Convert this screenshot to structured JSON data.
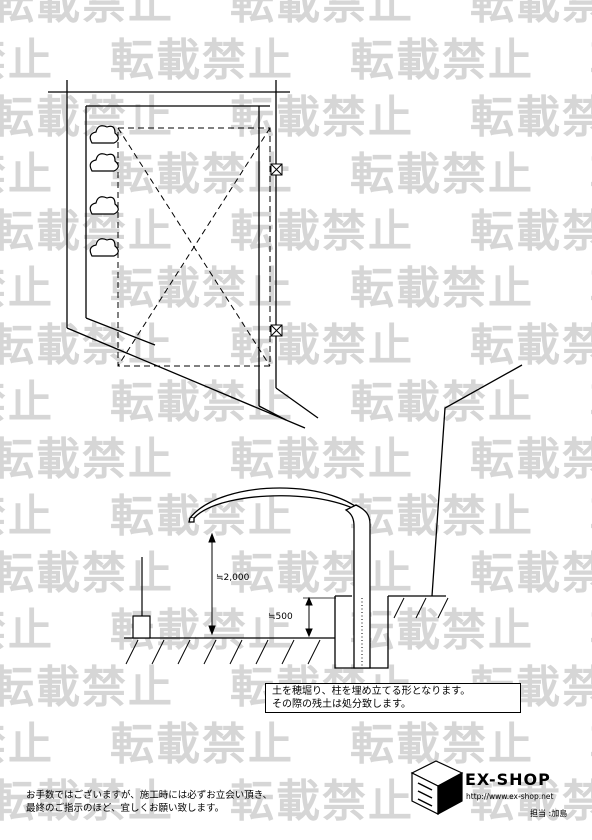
{
  "watermark": {
    "text": "転載禁止"
  },
  "dimensions": {
    "height_total": "≒2,000",
    "depth": "≒500"
  },
  "note": {
    "line1": "土を穂堀り、柱を埋め立てる形となります。",
    "line2": "その際の残土は処分致します。"
  },
  "footer": {
    "line1": "お手数ではございますが、施工時には必ずお立会い頂き、",
    "line2": "最終のご指示のほど、宜しくお願い致します。"
  },
  "logo": {
    "name": "EX-SHOP",
    "url": "http://www.ex-shop.net"
  },
  "staff": "担当 :加島",
  "colors": {
    "line": "#000000",
    "watermark": "#d6d6d6",
    "background": "#ffffff"
  }
}
